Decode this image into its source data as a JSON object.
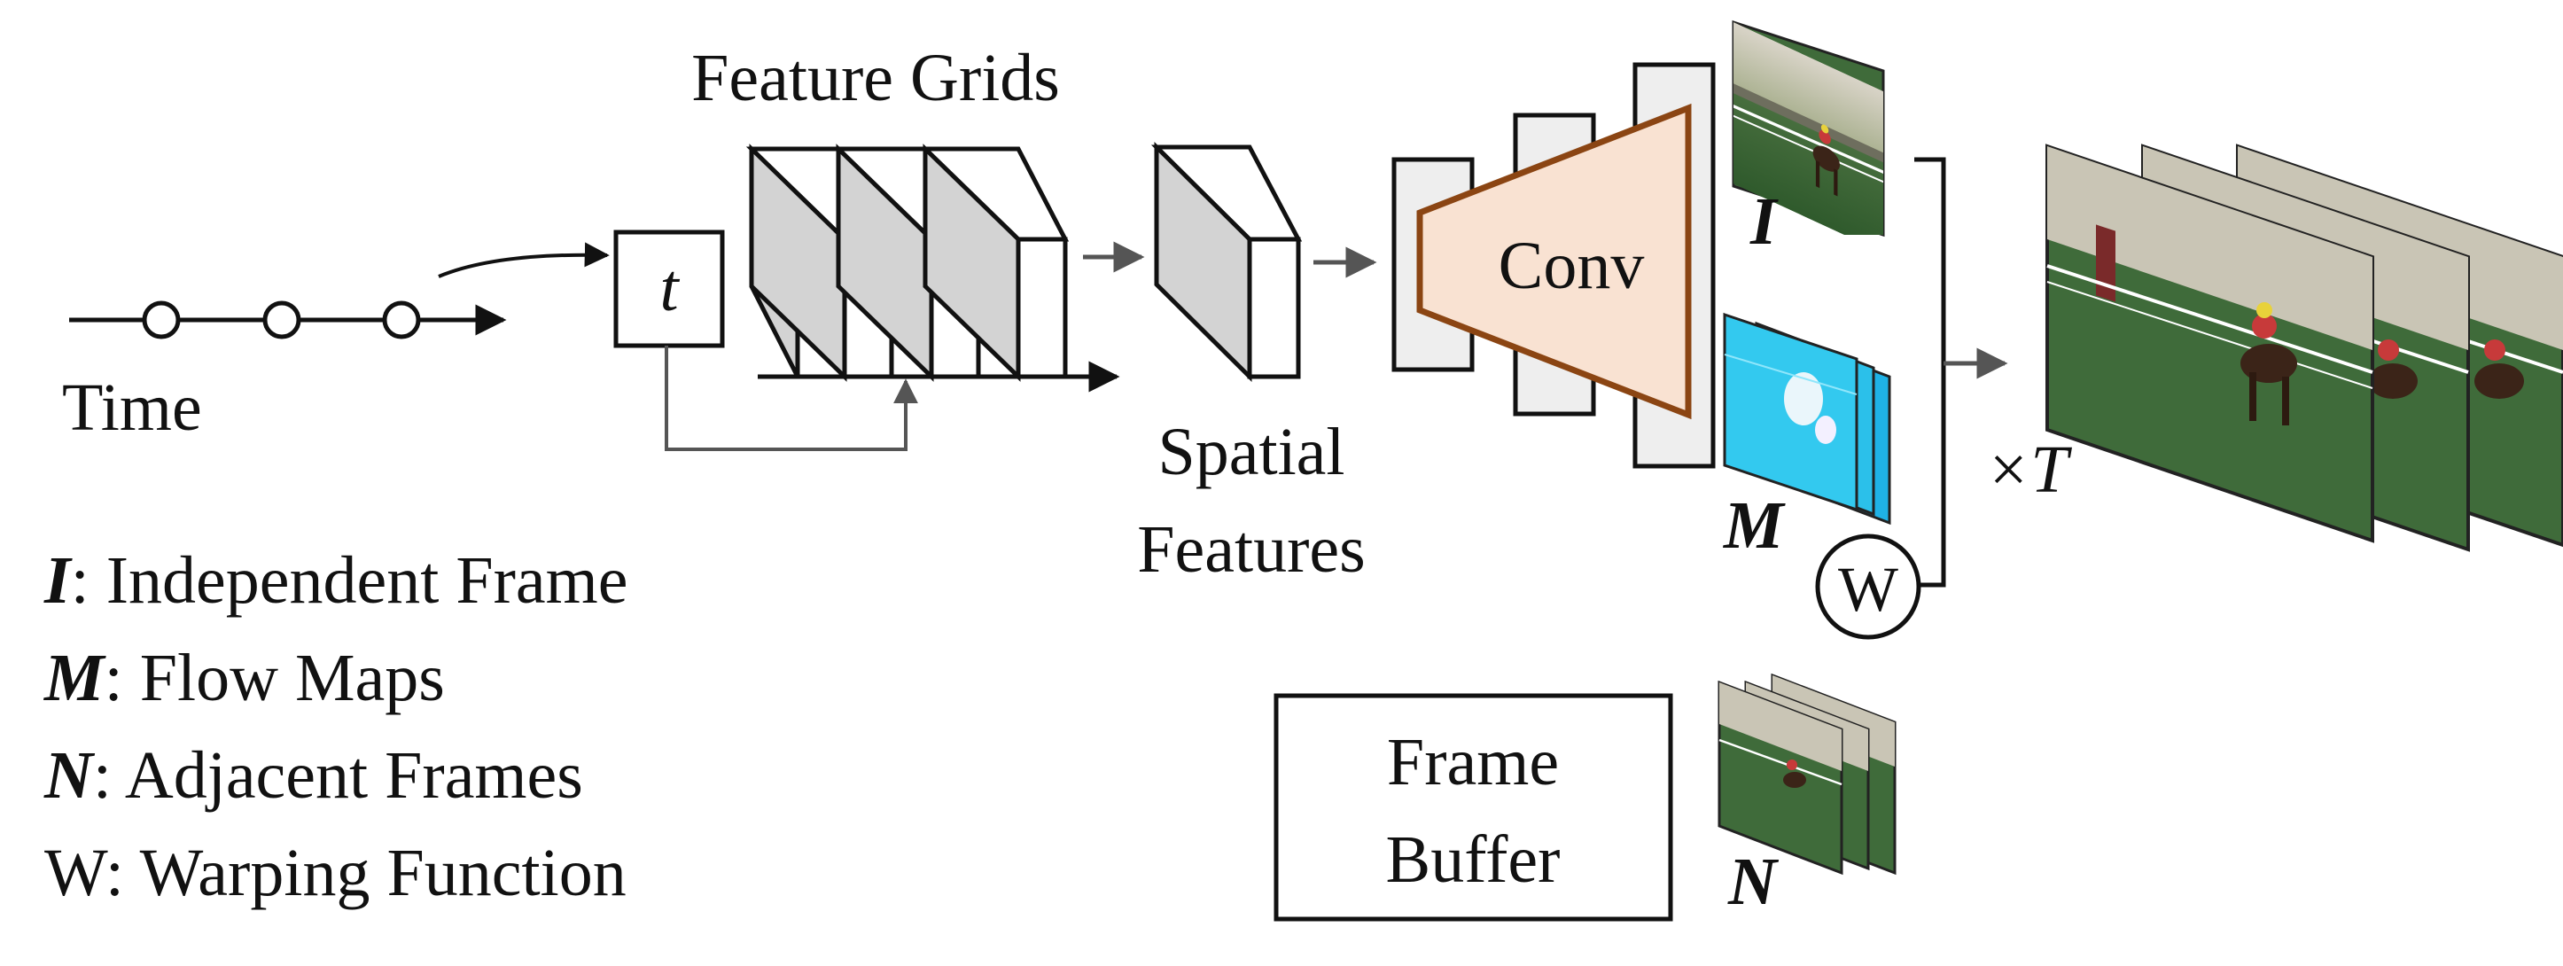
{
  "labels": {
    "feature_grids": "Feature Grids",
    "time": "Time",
    "t": "t",
    "spatial_line1": "Spatial",
    "spatial_line2": "Features",
    "conv": "Conv",
    "frame_buffer_line1": "Frame",
    "frame_buffer_line2": "Buffer",
    "w": "W",
    "times_t": "×T",
    "output_I": "I",
    "output_M": "M",
    "output_N": "N"
  },
  "legend": [
    {
      "symbol": "I",
      "text": ": Independent Frame"
    },
    {
      "symbol": "M",
      "text": ": Flow Maps"
    },
    {
      "symbol": "N",
      "text": ": Adjacent Frames"
    },
    {
      "symbol": "W",
      "text": ": Warping Function"
    }
  ],
  "colors": {
    "conv_fill": "#f9e2d2",
    "conv_stroke": "#8b4513",
    "grid_side": "#d3d3d3",
    "layer_fill": "#eeeeee",
    "flow_cyan": "#2fd0f0",
    "grass": "#3f6b3a",
    "arrow_gray": "#555555"
  }
}
